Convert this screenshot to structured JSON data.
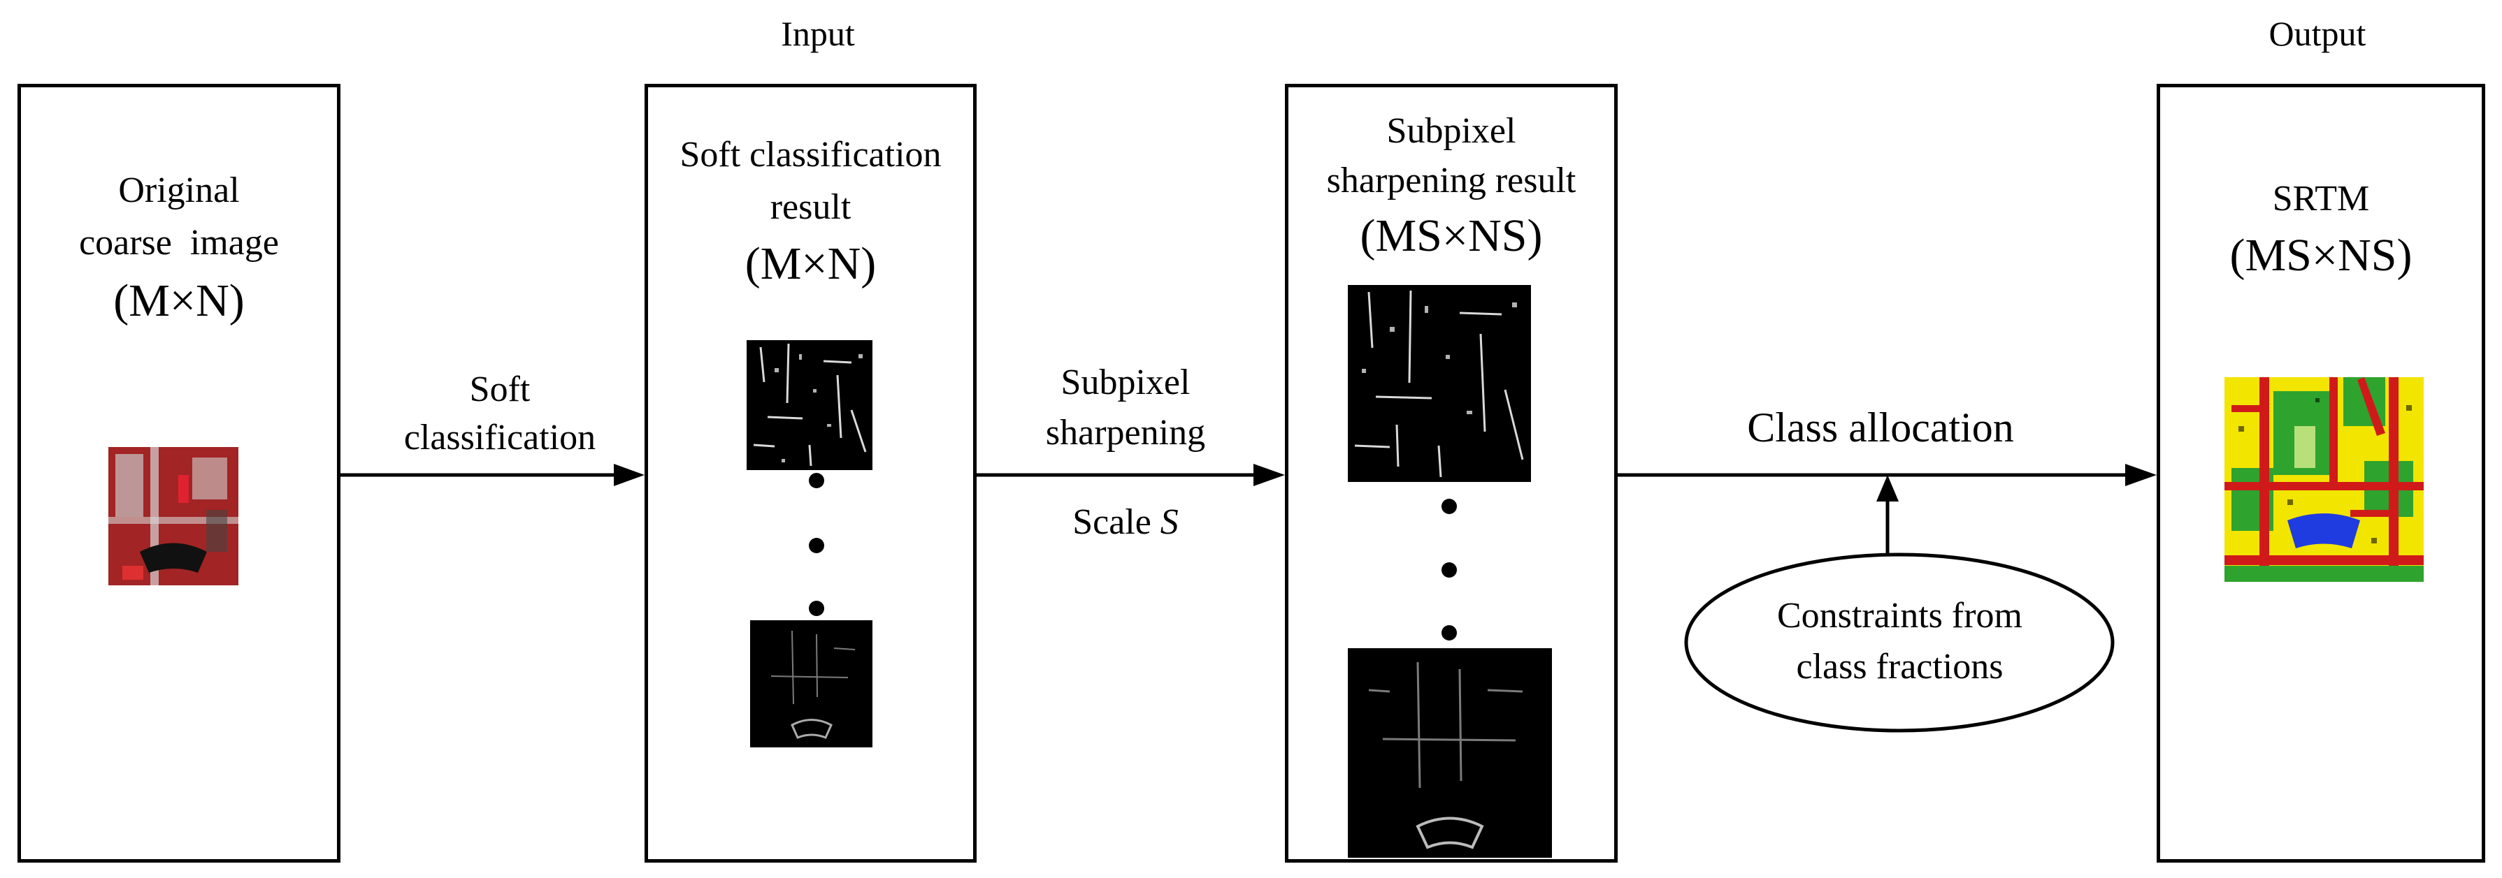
{
  "headers": {
    "input": "Input",
    "output": "Output"
  },
  "boxes": {
    "original": {
      "line1": "Original",
      "line2": "coarse  image",
      "dims": "(M×N)"
    },
    "soft_result": {
      "line1": "Soft classification",
      "line2": "result",
      "dims": "(M×N)"
    },
    "sharpening_result": {
      "line1": "Subpixel",
      "line2": "sharpening result",
      "dims": "(MS×NS)"
    },
    "srtm": {
      "line1": "SRTM",
      "dims": "(MS×NS)"
    }
  },
  "arrows": {
    "soft_classification": {
      "line1": "Soft",
      "line2": "classification"
    },
    "subpixel_sharpening": {
      "line1": "Subpixel",
      "line2": "sharpening",
      "scale_prefix": "Scale ",
      "scale_var": "S"
    },
    "class_allocation": {
      "label": "Class allocation"
    }
  },
  "constraint": {
    "line1": "Constraints from",
    "line2": "class fractions"
  },
  "colors": {
    "stroke": "#000000",
    "image_red": "#d01a1a",
    "map_yellow": "#f2e500",
    "map_green": "#2ea32e",
    "map_blue": "#1f3ce0"
  }
}
